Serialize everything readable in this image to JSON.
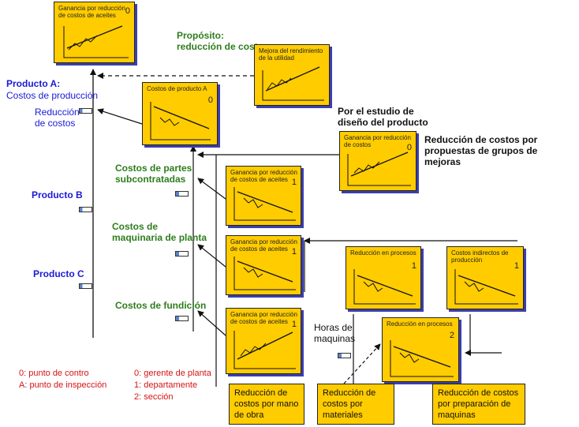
{
  "title": {
    "line1": "Propósito:",
    "line2": "reducción de costos"
  },
  "products": {
    "a_title": "Producto A:",
    "a_sub": "Costos de producción",
    "a_point": {
      "line1": "Reducción",
      "line2": "de costos"
    },
    "b": "Producto B",
    "c": "Producto C"
  },
  "categories": {
    "partes": {
      "line1": "Costos de partes",
      "line2": "subcontratadas"
    },
    "maquinaria": {
      "line1": "Costos de",
      "line2": "maquinaria de planta"
    },
    "fundicion": "Costos de fundición"
  },
  "notes": {
    "estudio": {
      "line1": "Por el estudio de",
      "line2": "diseño del producto"
    },
    "mejoras": {
      "line1": "Reducción de costos por",
      "line2": "propuestas de grupos de",
      "line3": "mejoras"
    },
    "horas": {
      "line1": "Horas de",
      "line2": "maquinas"
    }
  },
  "cards": {
    "top": {
      "title1": "Ganancia por reducción",
      "title2": "de costos de aceites",
      "level": "0"
    },
    "mejora": {
      "title1": "Mejora del rendimiento",
      "title2": "de la utilidad",
      "level": ""
    },
    "costos_a": {
      "title1": "Costos de producto A",
      "title2": "",
      "level": "0"
    },
    "propuestas": {
      "title1": "Ganancia por reducción",
      "title2": "de costos",
      "level": "0"
    },
    "partes": {
      "title1": "Ganancia por reducción",
      "title2": "de costos de aceites",
      "level": "1"
    },
    "maquinaria": {
      "title1": "Ganancia por reducción",
      "title2": "de costos de aceites",
      "level": "1"
    },
    "fundicion": {
      "title1": "Ganancia por reducción",
      "title2": "de costos de aceites",
      "level": "1"
    },
    "procesos1": {
      "title1": "Reducción en procesos",
      "title2": "",
      "level": "1"
    },
    "indirectos": {
      "title1": "Costos indirectos de",
      "title2": "producción",
      "level": "1"
    },
    "procesos2": {
      "title1": "Reducción en procesos",
      "title2": "",
      "level": "2"
    }
  },
  "footer_boxes": {
    "mano": {
      "line1": "Reducción de",
      "line2": "costos por  mano",
      "line3": "de obra"
    },
    "materiales": {
      "line1": "Reducción de",
      "line2": "costos por",
      "line3": "materiales"
    },
    "preparacion": {
      "line1": "Reducción de costos",
      "line2": "por  preparación de",
      "line3": "maquinas"
    }
  },
  "legend": {
    "left": {
      "line1": "0: punto de contro",
      "line2": "A: punto de inspección"
    },
    "right": {
      "line1": "0: gerente de planta",
      "line2": "1: departamente",
      "line3": "2: sección"
    }
  },
  "colors": {
    "card": "#ffcc00",
    "shadow": "#3b3fae",
    "blue_text": "#1a1ad6",
    "green_text": "#2e7d1c",
    "legend": "#d41414"
  }
}
